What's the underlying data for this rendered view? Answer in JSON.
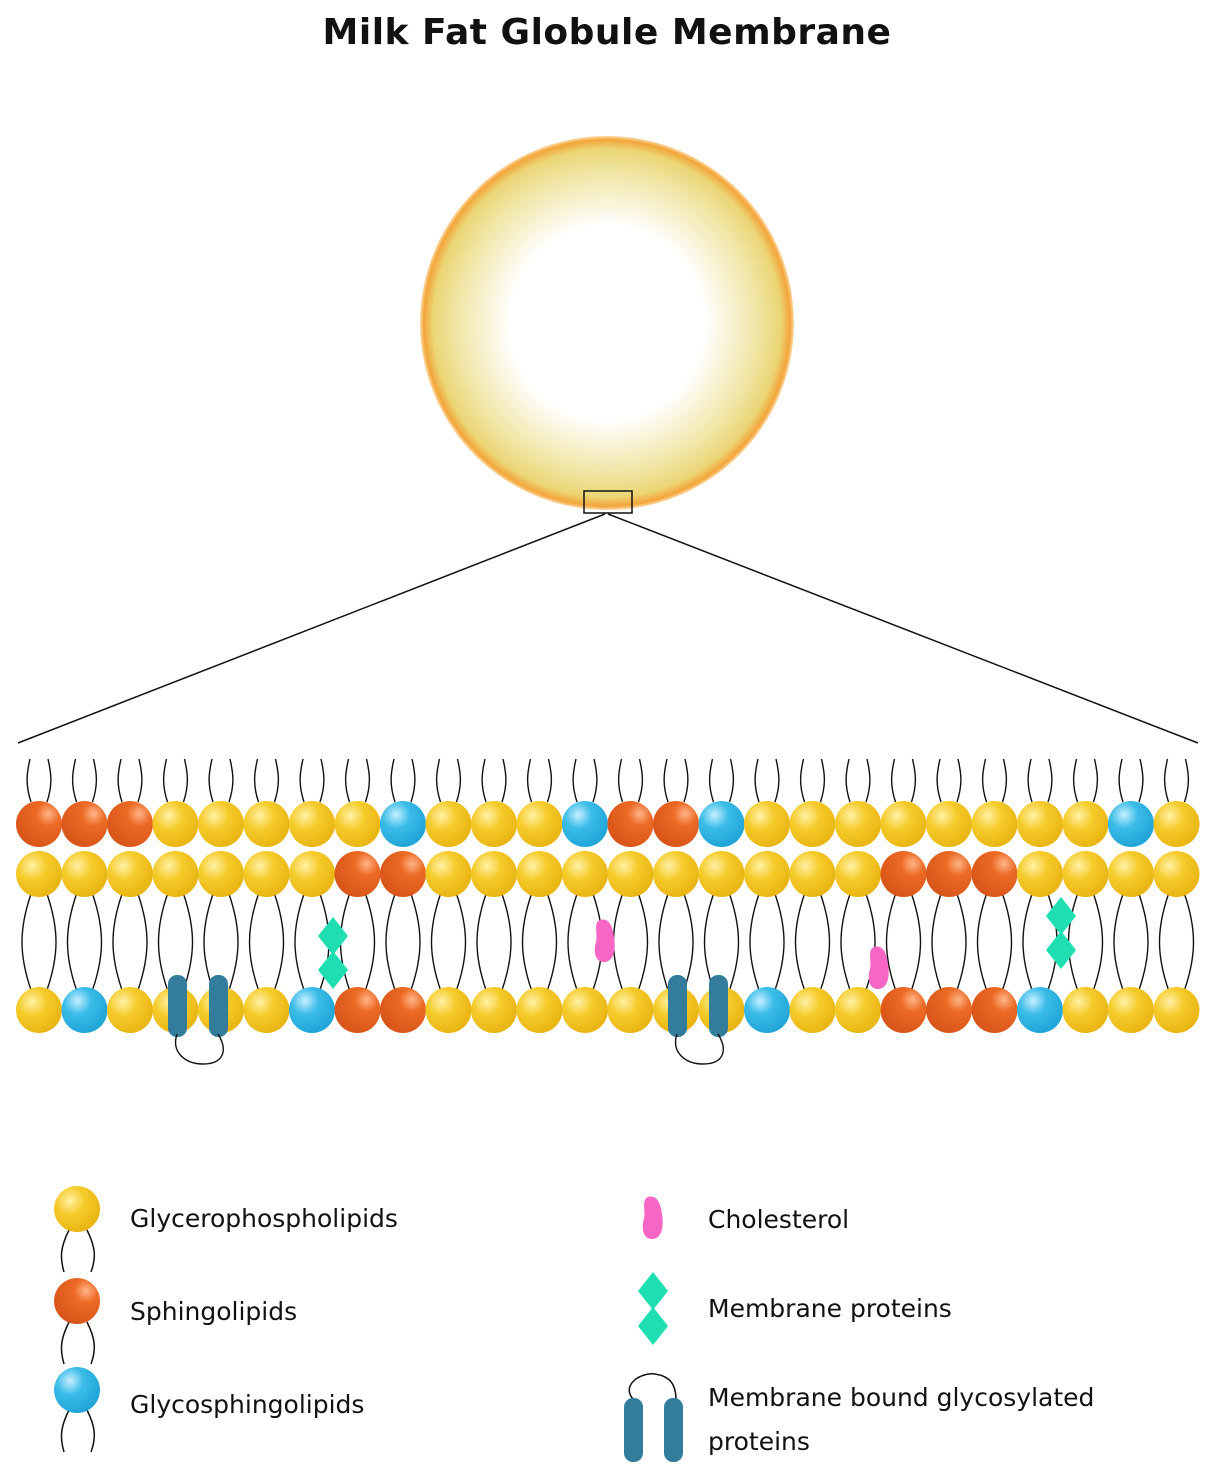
{
  "title": "Milk Fat Globule Membrane",
  "colors": {
    "glycerophospholipid": "#f2c21b",
    "sphingolipid": "#e2621d",
    "glycosphingolipid": "#2fb3e2",
    "cholesterol": "#f766c4",
    "membrane_protein": "#1fdfb2",
    "glycosylated_protein": "#337c9c",
    "globule_rim": "#f2a33b",
    "globule_core": "#ffffff"
  },
  "membrane": {
    "key": {
      "G": "glycerophospholipid",
      "S": "sphingolipid",
      "B": "glycosphingolipid"
    },
    "outer_row": "SSSGGGGGBGGGBSSBGGGGGGGGBG",
    "middle_row": "GGGGGGGSSGGGGGGGGGGSSSGGGG",
    "inner_row": "GBGGGGBSSGGGGGGGBGGSSSBGGG",
    "cholesterol_icons": [
      "cholesterol-icon",
      "cholesterol-icon"
    ],
    "membrane_protein_icons": [
      "membrane-protein-icon",
      "membrane-protein-icon"
    ],
    "glycosylated_protein_icons": [
      "glycosylated-protein-icon",
      "glycosylated-protein-icon"
    ]
  },
  "legend": {
    "glycerophospholipids": "Glycerophospholipids",
    "sphingolipids": "Sphingolipids",
    "glycosphingolipids": "Glycosphingolipids",
    "cholesterol": "Cholesterol",
    "membrane_proteins": "Membrane proteins",
    "glycosylated_proteins": "Membrane bound glycosylated proteins"
  }
}
